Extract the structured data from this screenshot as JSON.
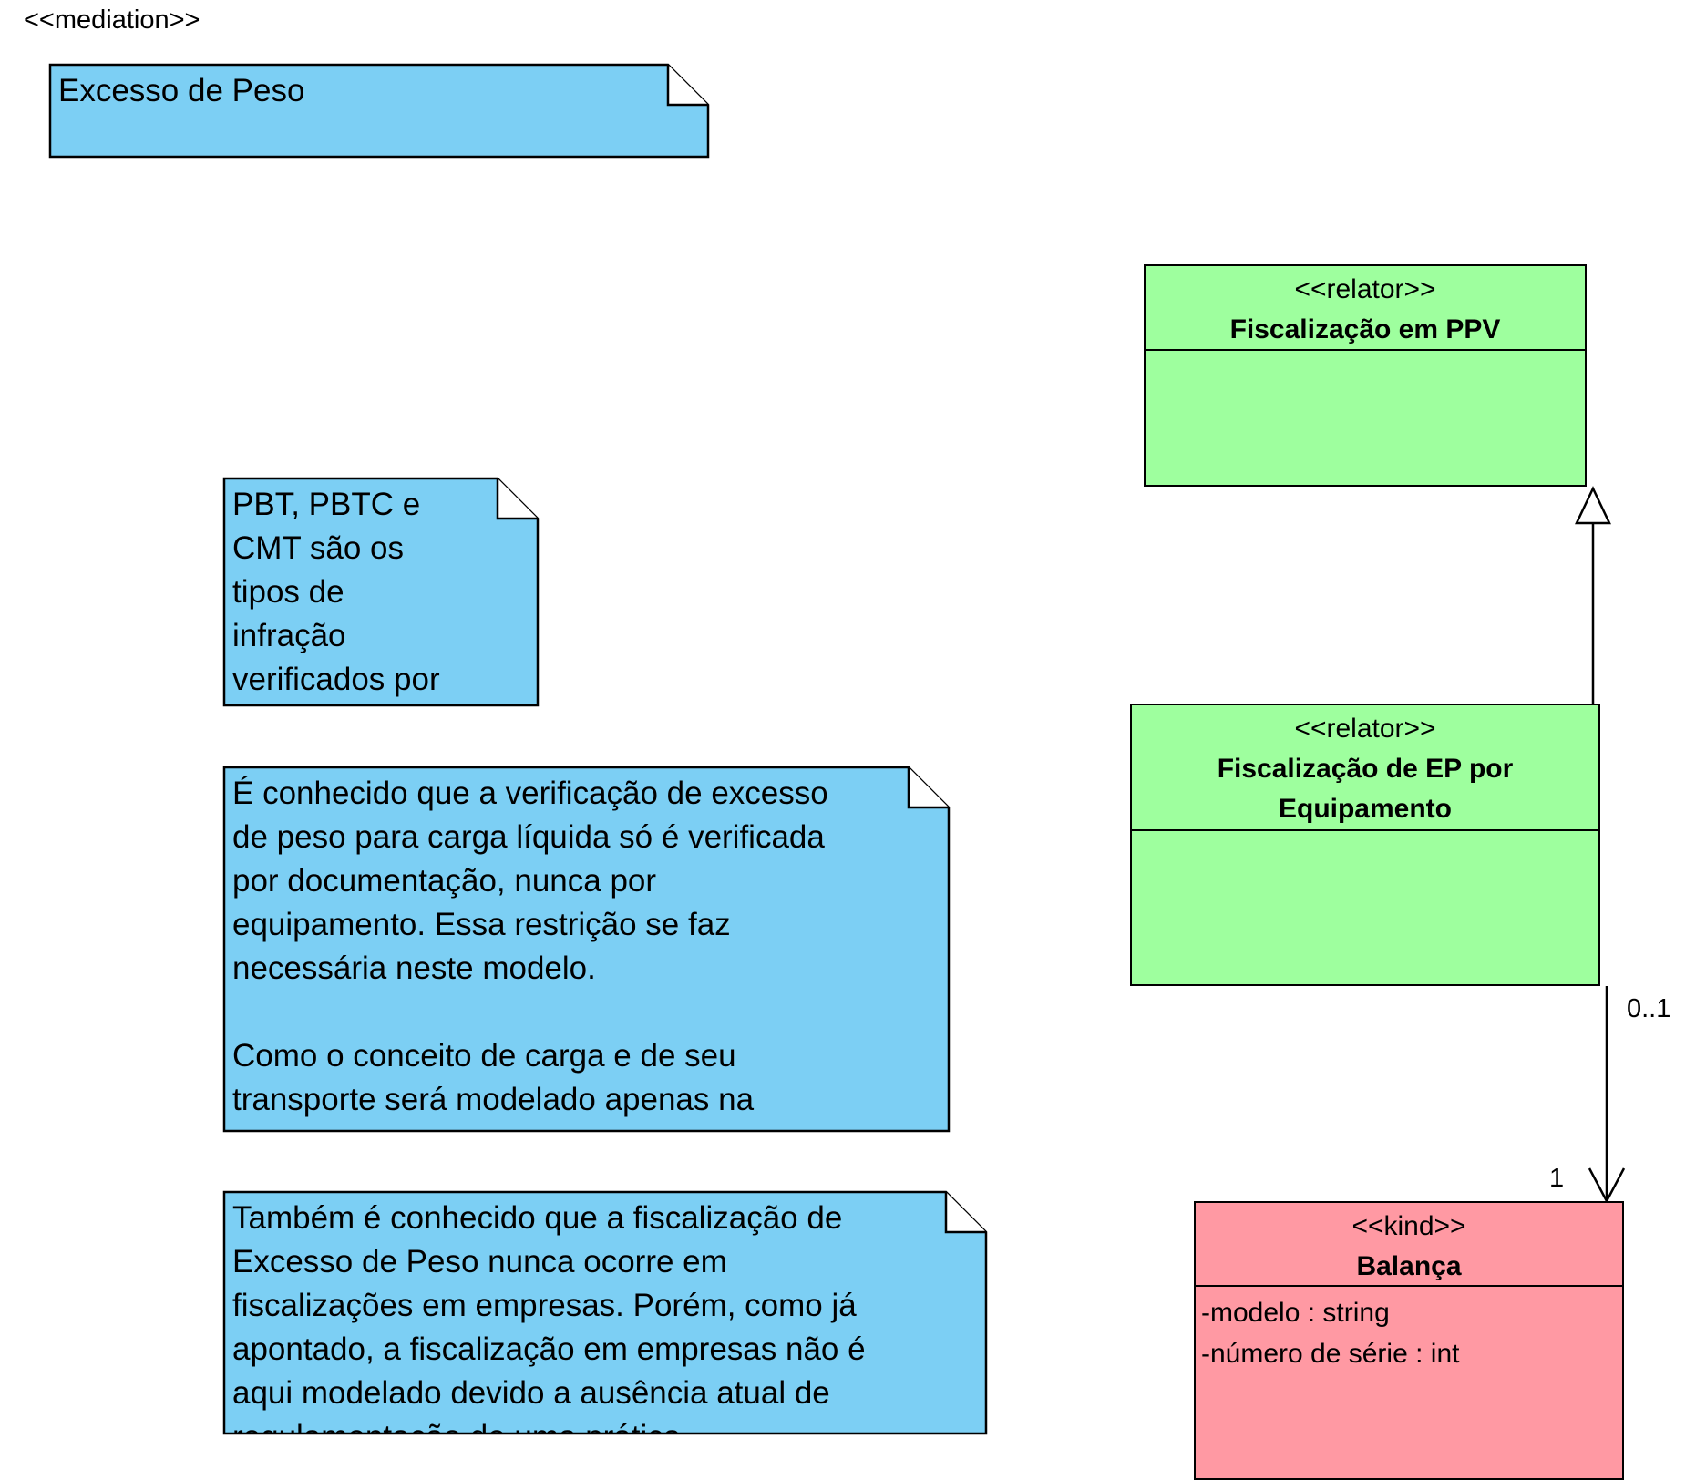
{
  "top_stereotype": "<<mediation>>",
  "notes": {
    "excesso": "Excesso de Peso",
    "tipos": "PBT, PBTC e\nCMT são os\ntipos de\ninfração\nverificados por",
    "liquida": "É conhecido que a verificação de excesso\nde peso para carga líquida só é verificada\npor documentação, nunca por\nequipamento. Essa restrição se faz\nnecessária neste modelo.\n\nComo o conceito de carga e de seu\ntransporte será modelado apenas na",
    "empresas": "Também é conhecido que a fiscalização de\nExcesso de Peso nunca ocorre em\nfiscalizações em empresas. Porém, como já\napontado, a fiscalização em empresas não é\naqui modelado devido a ausência atual de\nregulamentação de uma prática"
  },
  "classes": {
    "ppv": {
      "stereotype": "<<relator>>",
      "name": "Fiscalização em PPV"
    },
    "ep": {
      "stereotype": "<<relator>>",
      "name_line1": "Fiscalização de EP por",
      "name_line2": "Equipamento"
    },
    "balanca": {
      "stereotype": "<<kind>>",
      "name": "Balança",
      "attributes": [
        "-modelo : string",
        "-número de série : int"
      ]
    }
  },
  "association": {
    "source_multiplicity": "0..1",
    "target_multiplicity": "1"
  },
  "colors": {
    "note_fill": "#7ccff4",
    "relator_fill": "#9eff9e",
    "kind_fill": "#ff99a3"
  }
}
